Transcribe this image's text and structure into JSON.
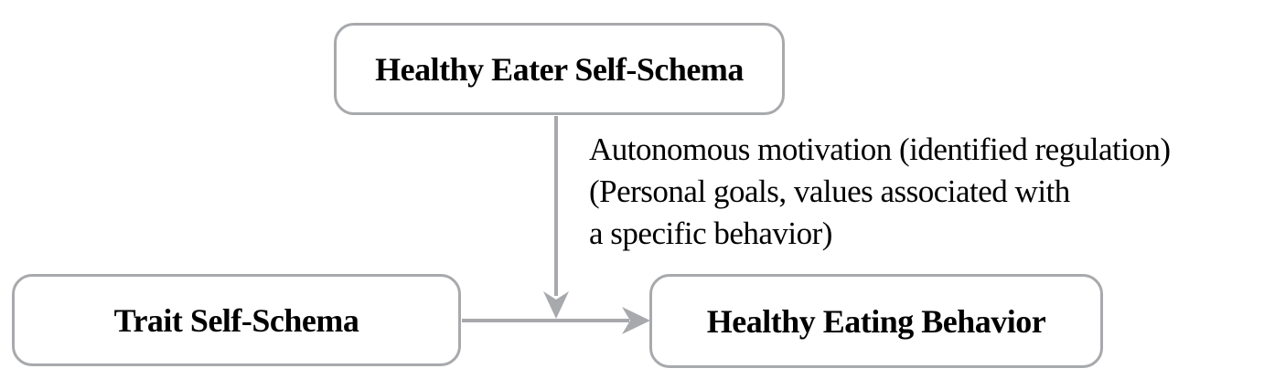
{
  "diagram": {
    "boxes": {
      "top": {
        "label": "Healthy Eater Self-Schema"
      },
      "bottom_left": {
        "label": "Trait Self-Schema"
      },
      "bottom_right": {
        "label": "Healthy Eating Behavior"
      }
    },
    "arrow_annotation": {
      "line1": "Autonomous motivation (identified regulation)",
      "line2": "(Personal goals, values associated with",
      "line3": "a specific behavior)"
    },
    "arrows": {
      "vertical": "from Healthy Eater Self-Schema down to horizontal path",
      "horizontal": "from Trait Self-Schema to Healthy Eating Behavior"
    },
    "colors": {
      "line_gray": "#a7a9ac",
      "text_black": "#000000",
      "background": "#ffffff"
    }
  }
}
